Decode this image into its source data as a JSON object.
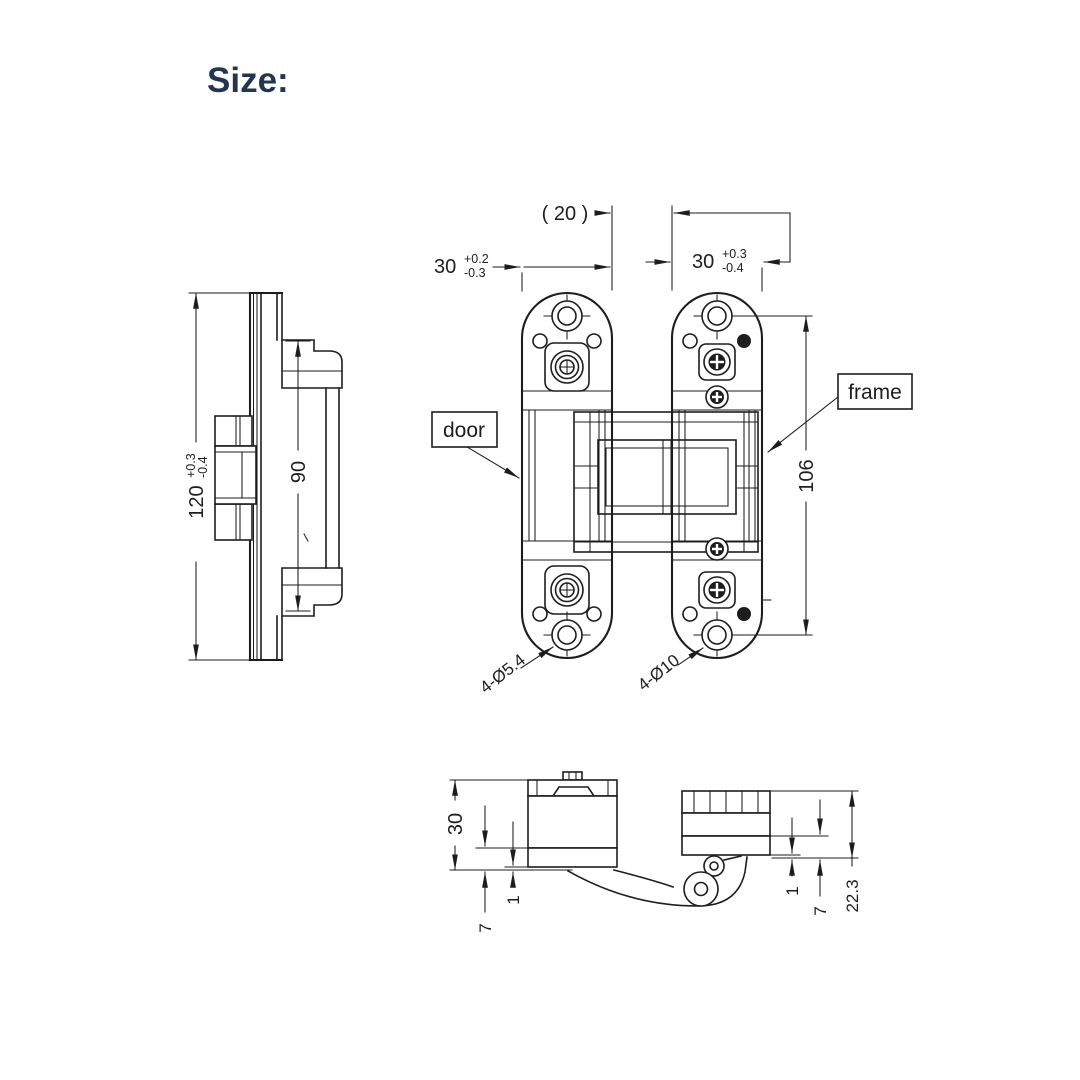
{
  "title": "Size:",
  "colors": {
    "ink": "#1d1d1d",
    "title": "#24364f",
    "background": "#ffffff"
  },
  "side_view": {
    "dim_height": {
      "value": "120",
      "tol_plus": "+0.3",
      "tol_minus": "-0.4"
    },
    "dim_plate_length": "90"
  },
  "front_view": {
    "dim_gap": "( 20 )",
    "dim_door_width": {
      "value": "30",
      "tol_plus": "+0.2",
      "tol_minus": "-0.3"
    },
    "dim_frame_width": {
      "value": "30",
      "tol_plus": "+0.3",
      "tol_minus": "-0.4"
    },
    "dim_frame_length": "106",
    "door_label": "door",
    "frame_label": "frame",
    "door_holes": "4-Ø5.4",
    "frame_holes": "4-Ø10"
  },
  "bottom_view": {
    "dim_door_depth": "30",
    "dim_door_arm": "7",
    "dim_door_offset": "1",
    "dim_frame_offset": "1",
    "dim_frame_arm": "7",
    "dim_frame_depth": "22.3"
  }
}
